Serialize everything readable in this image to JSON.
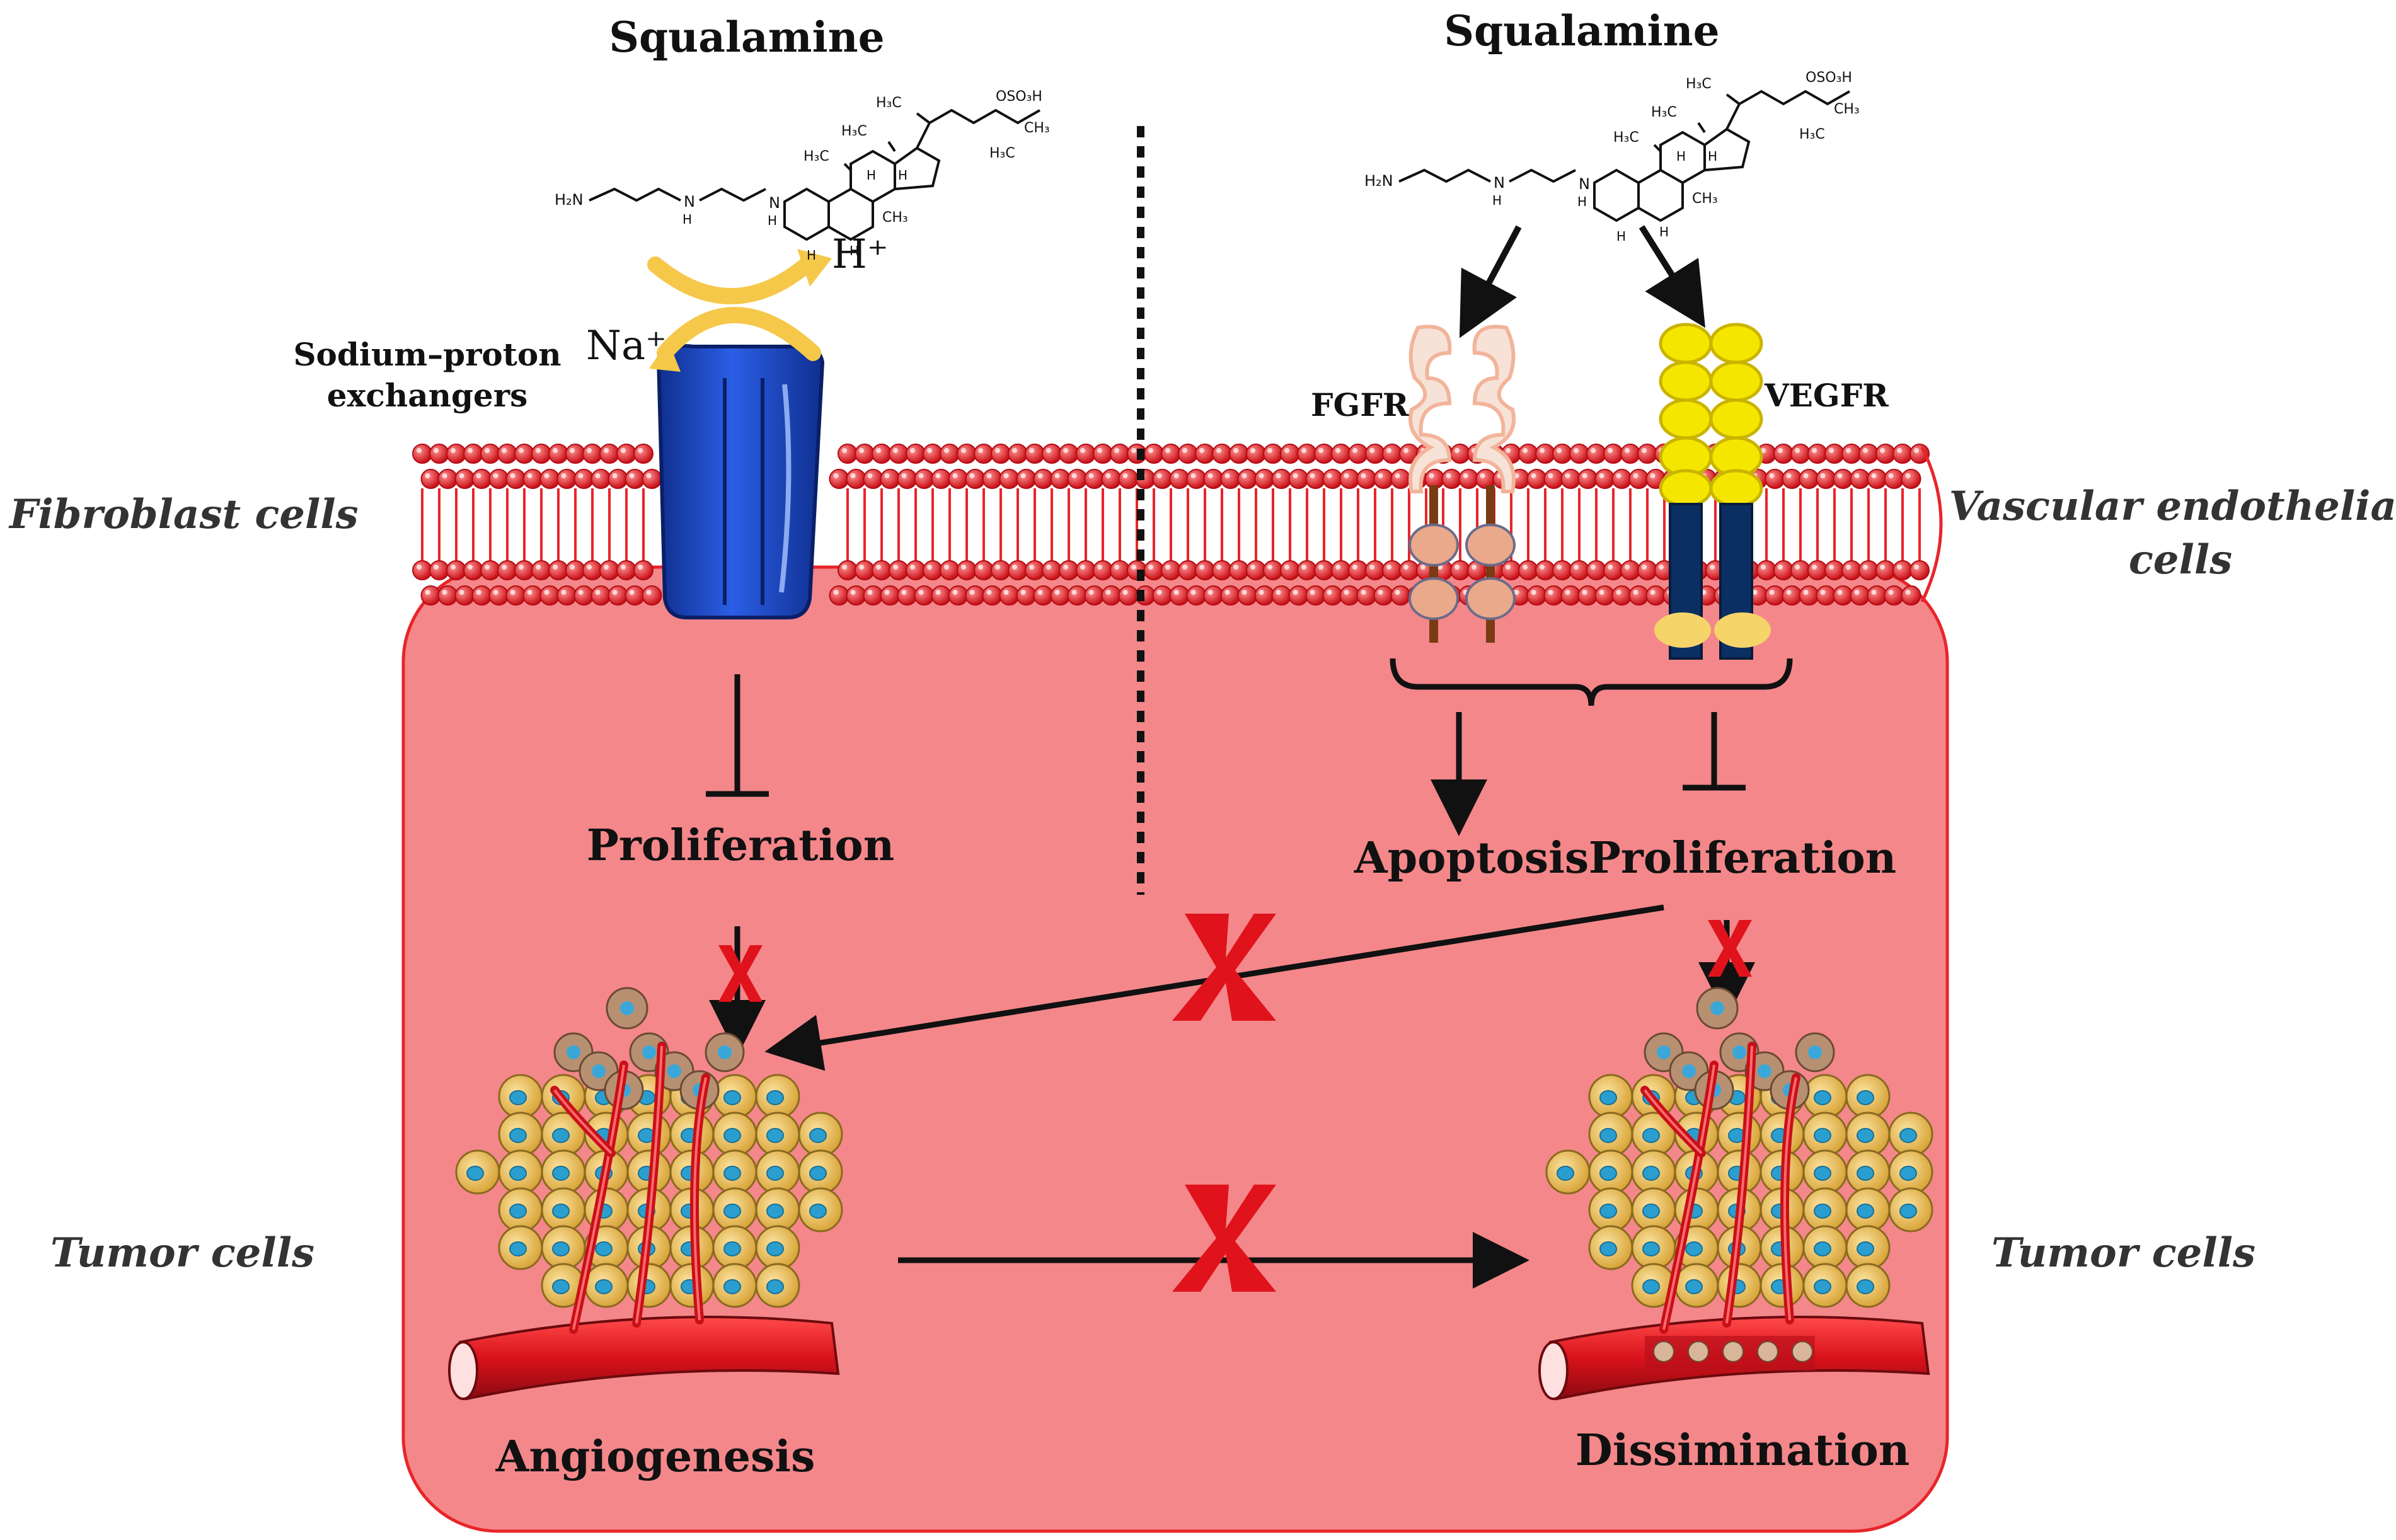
{
  "compound": {
    "left_title": "Squalamine",
    "right_title": "Squalamine",
    "chem_labels": {
      "h2n": "H₂N",
      "nh": "N",
      "h": "H",
      "h3c": "H₃C",
      "ch3": "CH₃",
      "oso3h": "OSO₃H"
    }
  },
  "ions": {
    "proton": "H⁺",
    "sodium": "Na⁺"
  },
  "transporter": {
    "label_line1": "Sodium–proton",
    "label_line2": "exchangers"
  },
  "receptors": {
    "fgfr": "FGFR",
    "vegfr": "VEGFR"
  },
  "cell_labels": {
    "fibroblast": "Fibroblast cells",
    "endothelial_line1": "Vascular endothelial",
    "endothelial_line2": "cells",
    "tumor_left": "Tumor cells",
    "tumor_right": "Tumor cells"
  },
  "processes": {
    "proliferation_left": "Proliferation",
    "apoptosis": "Apoptosis",
    "proliferation_right": "Proliferation",
    "angiogenesis": "Angiogenesis",
    "dissimination": "Dissimination"
  },
  "colors": {
    "cell_fill": "#f4878a",
    "membrane": "#e8252a",
    "exchanger": "#1d49c8",
    "fgfr": "#f5c7b3",
    "vegfr": "#f5e600",
    "vegfr_base": "#0b2f63",
    "vessel": "#d9121b",
    "tumor_cell": "#f2c45a",
    "nucleus": "#2a9fcf",
    "block_x": "#e0121b"
  }
}
